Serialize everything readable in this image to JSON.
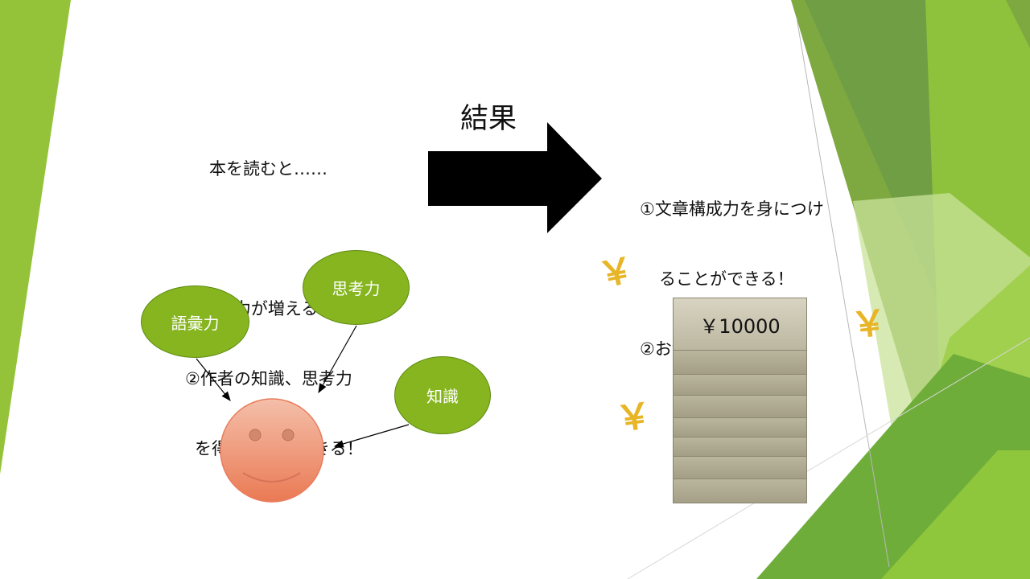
{
  "intro": {
    "lines": [
      "本を読むと……",
      "",
      "①語彙力が増える！",
      "②作者の知識、思考力",
      "を得ることができる！"
    ]
  },
  "result": {
    "title": "結果"
  },
  "outcome": {
    "lines": [
      "①文章構成力を身につけ",
      "ることができる！",
      "②お金持ちになれる！"
    ]
  },
  "bubbles": {
    "vocabulary": "語彙力",
    "thinking": "思考力",
    "knowledge": "知識"
  },
  "money": {
    "label": "￥10000",
    "yen_symbol": "￥"
  },
  "colors": {
    "accent_green": "#86b51f",
    "face": "#ee8a6c",
    "yen": "#e7b526",
    "stack": "#aca78f"
  }
}
